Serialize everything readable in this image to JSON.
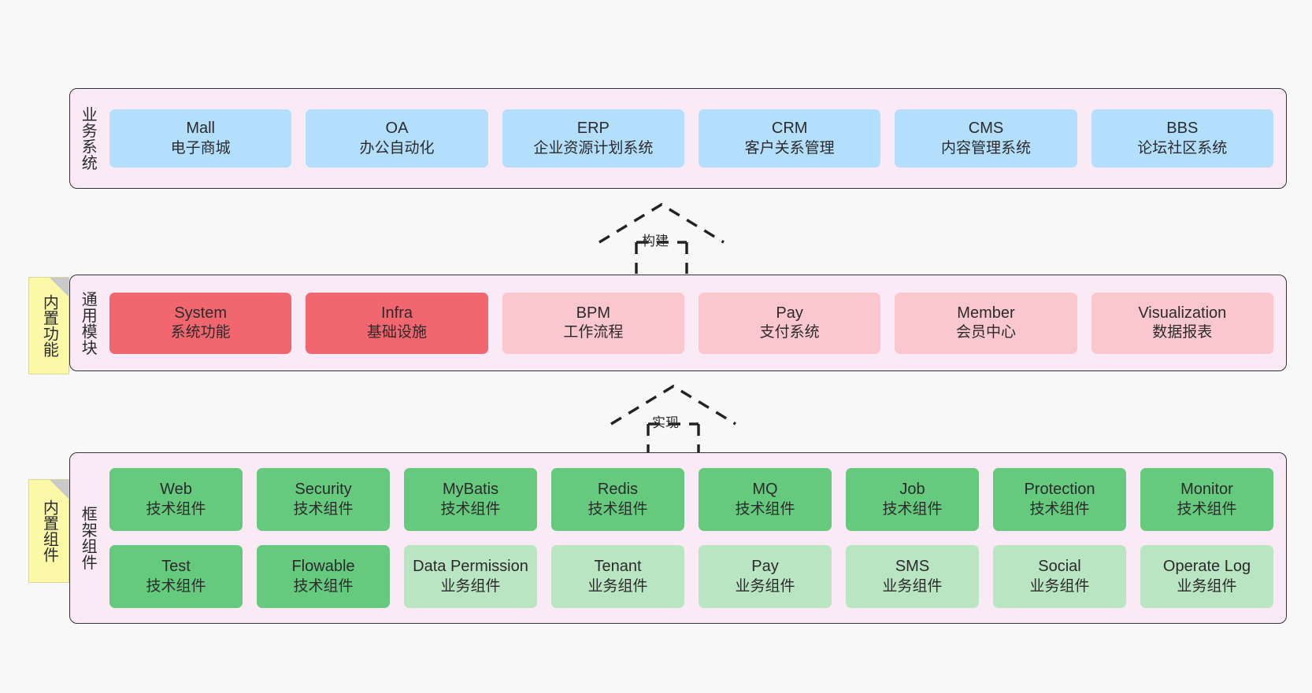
{
  "diagram": {
    "background_color": "#f8f8f8",
    "band_color": "#faeaf5",
    "layers": [
      {
        "id": "business",
        "title": "业务系统",
        "rows": [
          [
            {
              "name": "Mall",
              "desc": "电子商城",
              "style": "blue"
            },
            {
              "name": "OA",
              "desc": "办公自动化",
              "style": "blue"
            },
            {
              "name": "ERP",
              "desc": "企业资源计划系统",
              "style": "blue"
            },
            {
              "name": "CRM",
              "desc": "客户关系管理",
              "style": "blue"
            },
            {
              "name": "CMS",
              "desc": "内容管理系统",
              "style": "blue"
            },
            {
              "name": "BBS",
              "desc": "论坛社区系统",
              "style": "blue"
            }
          ]
        ]
      },
      {
        "id": "modules",
        "title": "通用模块",
        "rows": [
          [
            {
              "name": "System",
              "desc": "系统功能",
              "style": "red"
            },
            {
              "name": "Infra",
              "desc": "基础设施",
              "style": "red"
            },
            {
              "name": "BPM",
              "desc": "工作流程",
              "style": "pink"
            },
            {
              "name": "Pay",
              "desc": "支付系统",
              "style": "pink"
            },
            {
              "name": "Member",
              "desc": "会员中心",
              "style": "pink"
            },
            {
              "name": "Visualization",
              "desc": "数据报表",
              "style": "pink"
            }
          ]
        ]
      },
      {
        "id": "framework",
        "title": "框架组件",
        "rows": [
          [
            {
              "name": "Web",
              "desc": "技术组件",
              "style": "green"
            },
            {
              "name": "Security",
              "desc": "技术组件",
              "style": "green"
            },
            {
              "name": "MyBatis",
              "desc": "技术组件",
              "style": "green"
            },
            {
              "name": "Redis",
              "desc": "技术组件",
              "style": "green"
            },
            {
              "name": "MQ",
              "desc": "技术组件",
              "style": "green"
            },
            {
              "name": "Job",
              "desc": "技术组件",
              "style": "green"
            },
            {
              "name": "Protection",
              "desc": "技术组件",
              "style": "green"
            },
            {
              "name": "Monitor",
              "desc": "技术组件",
              "style": "green"
            }
          ],
          [
            {
              "name": "Test",
              "desc": "技术组件",
              "style": "green"
            },
            {
              "name": "Flowable",
              "desc": "技术组件",
              "style": "green"
            },
            {
              "name": "Data Permission",
              "desc": "业务组件",
              "style": "lgreen"
            },
            {
              "name": "Tenant",
              "desc": "业务组件",
              "style": "lgreen"
            },
            {
              "name": "Pay",
              "desc": "业务组件",
              "style": "lgreen"
            },
            {
              "name": "SMS",
              "desc": "业务组件",
              "style": "lgreen"
            },
            {
              "name": "Social",
              "desc": "业务组件",
              "style": "lgreen"
            },
            {
              "name": "Operate Log",
              "desc": "业务组件",
              "style": "lgreen"
            }
          ]
        ]
      }
    ],
    "notes": [
      {
        "id": "builtin-function",
        "text": "内置功能"
      },
      {
        "id": "builtin-component",
        "text": "内置组件"
      }
    ],
    "connectors": [
      {
        "id": "build",
        "label": "构建"
      },
      {
        "id": "implement",
        "label": "实现"
      }
    ],
    "palette": {
      "blue": "#b3dffc",
      "red": "#f2676f",
      "pink": "#fbc7cf",
      "green": "#65c97e",
      "light_green": "#b9e5c2",
      "note_yellow": "#fbf8a8",
      "band": "#faeaf5"
    }
  }
}
